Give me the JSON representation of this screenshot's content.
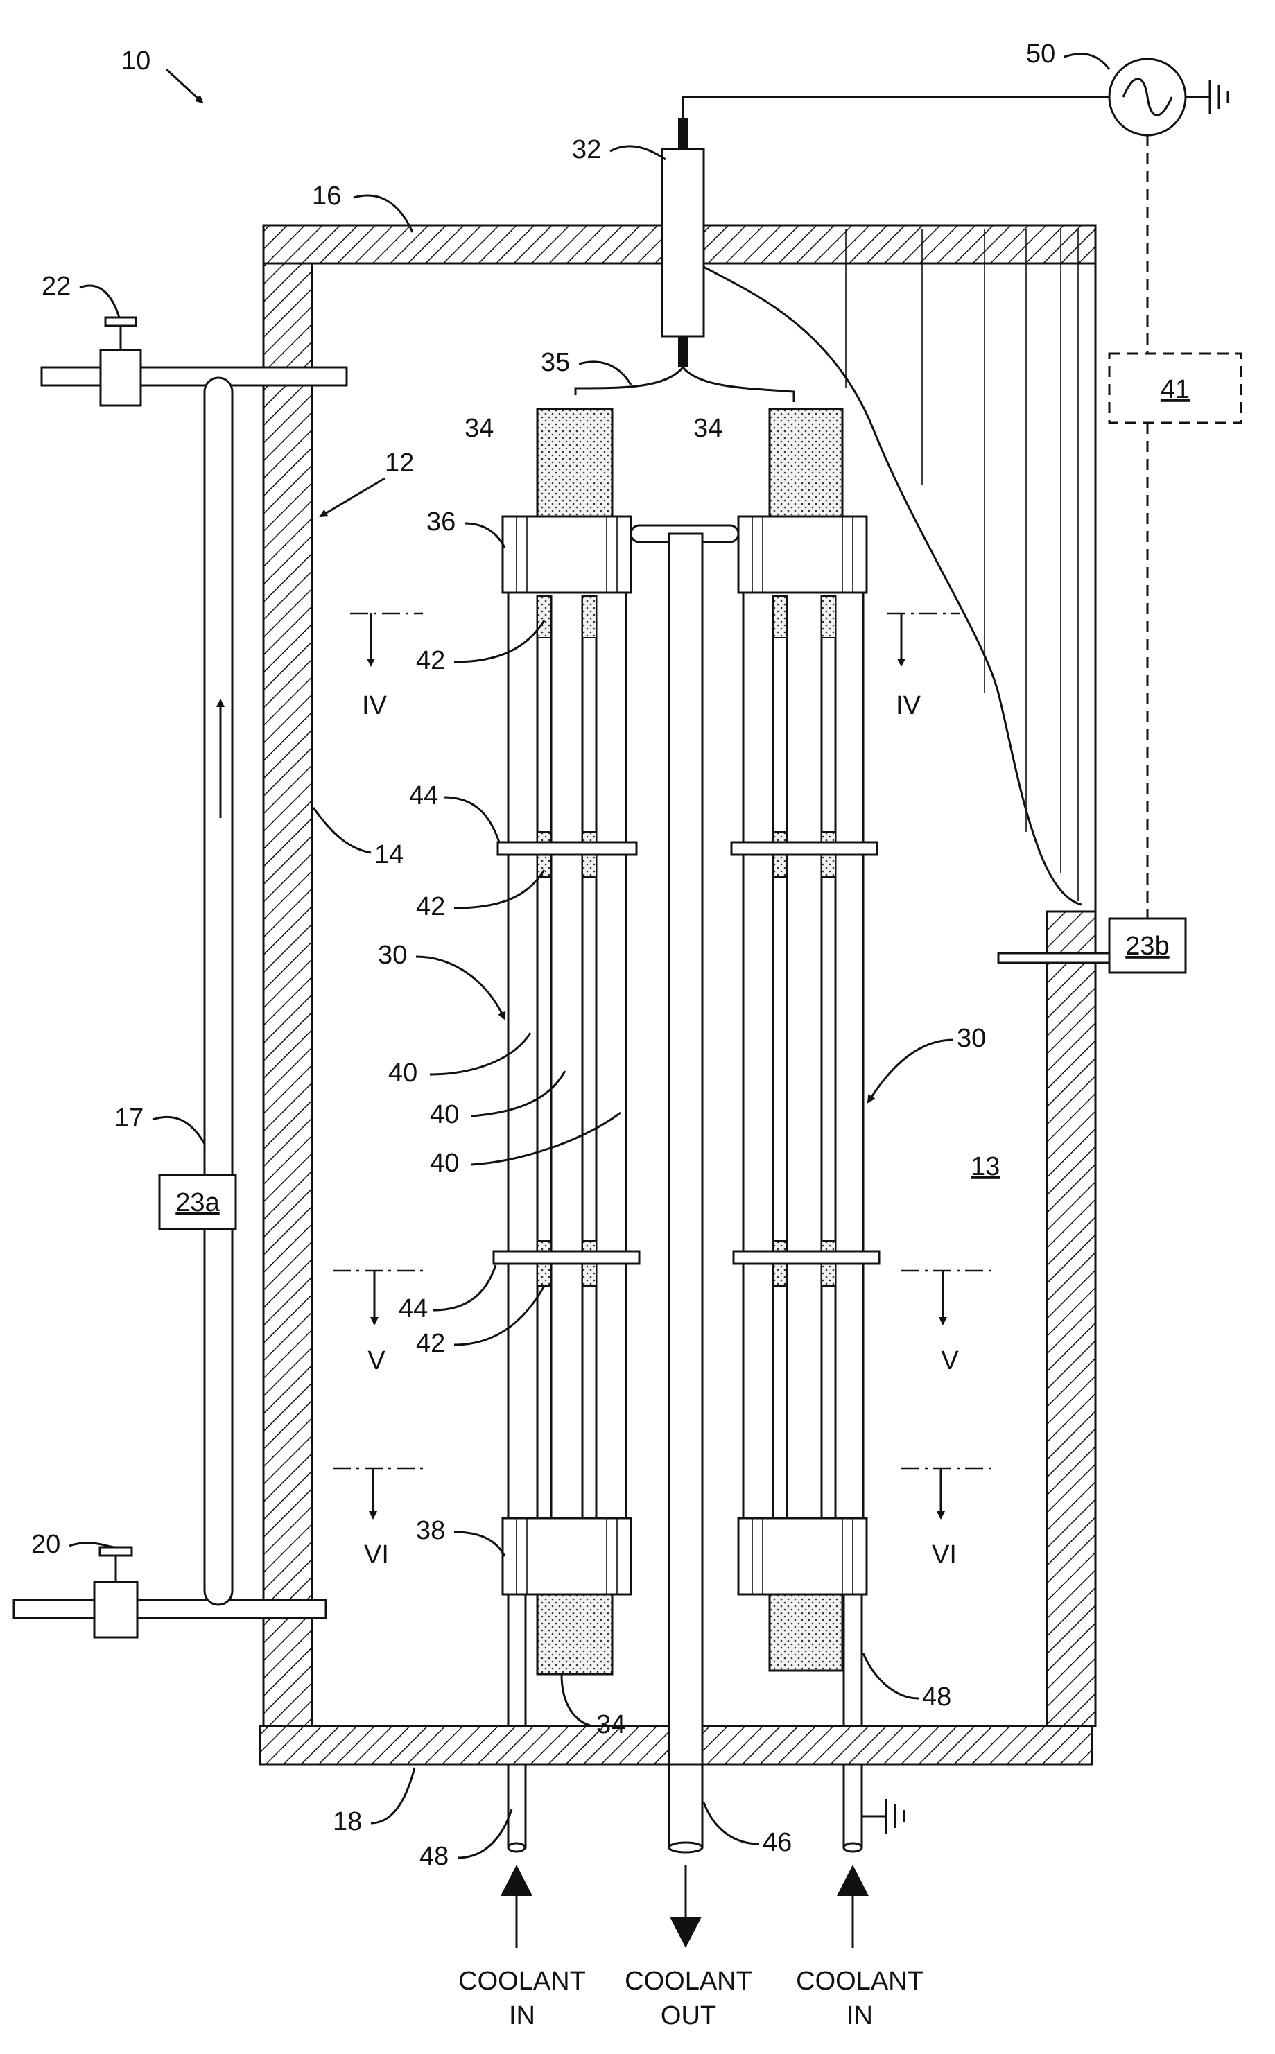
{
  "figure": {
    "ref_numerals": {
      "apparatus": "10",
      "vessel": "12",
      "chamber": "13",
      "wall": "14",
      "top": "16",
      "conduit": "17",
      "bottom": "18",
      "valve_lower": "20",
      "valve_upper": "22",
      "sensor_a": "23a",
      "sensor_b": "23b",
      "assembly": "30",
      "feedthrough": "32",
      "rod": "34",
      "wire": "35",
      "upper_collar": "36",
      "lower_collar": "38",
      "tube": "40",
      "spacer": "42",
      "ring": "44",
      "coolant_outlet": "46",
      "coolant_inlet": "48",
      "power_supply": "50",
      "controller": "41"
    },
    "section_marks": {
      "iv": "IV",
      "v": "V",
      "vi": "VI"
    },
    "flow_labels": {
      "coolant": "COOLANT",
      "in": "IN",
      "out": "OUT"
    }
  }
}
